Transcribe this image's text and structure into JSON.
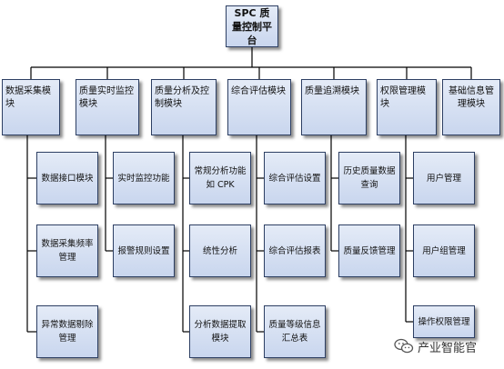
{
  "root": "SPC 质量控制平台",
  "modules": [
    {
      "label": "数据采集模块",
      "children": [
        "数据接口模块",
        "数据采集频率管理",
        "异常数据剔除管理"
      ]
    },
    {
      "label": "质量实时监控模块",
      "children": [
        "实时监控功能",
        "报警规则设置"
      ]
    },
    {
      "label": "质量分析及控制模块",
      "children": [
        "常规分析功能如 CPK",
        "统性分析",
        "分析数据提取模块"
      ]
    },
    {
      "label": "综合评估模块",
      "children": [
        "综合评估设置",
        "综合评估报表",
        "质量等级信息汇总表"
      ]
    },
    {
      "label": "质量追溯模块",
      "children": [
        "历史质量数据查询",
        "质量反馈管理"
      ]
    },
    {
      "label": "权限管理模块",
      "children": [
        "用户管理",
        "用户组管理",
        "操作权限管理"
      ]
    },
    {
      "label": "基础信息管理模块",
      "children": []
    }
  ],
  "watermark": {
    "text": "产业智能官",
    "icon": "wechat-icon"
  },
  "colors": {
    "box_fill": "#d3ddf0",
    "box_border": "#2d3f63",
    "line": "#000000"
  }
}
